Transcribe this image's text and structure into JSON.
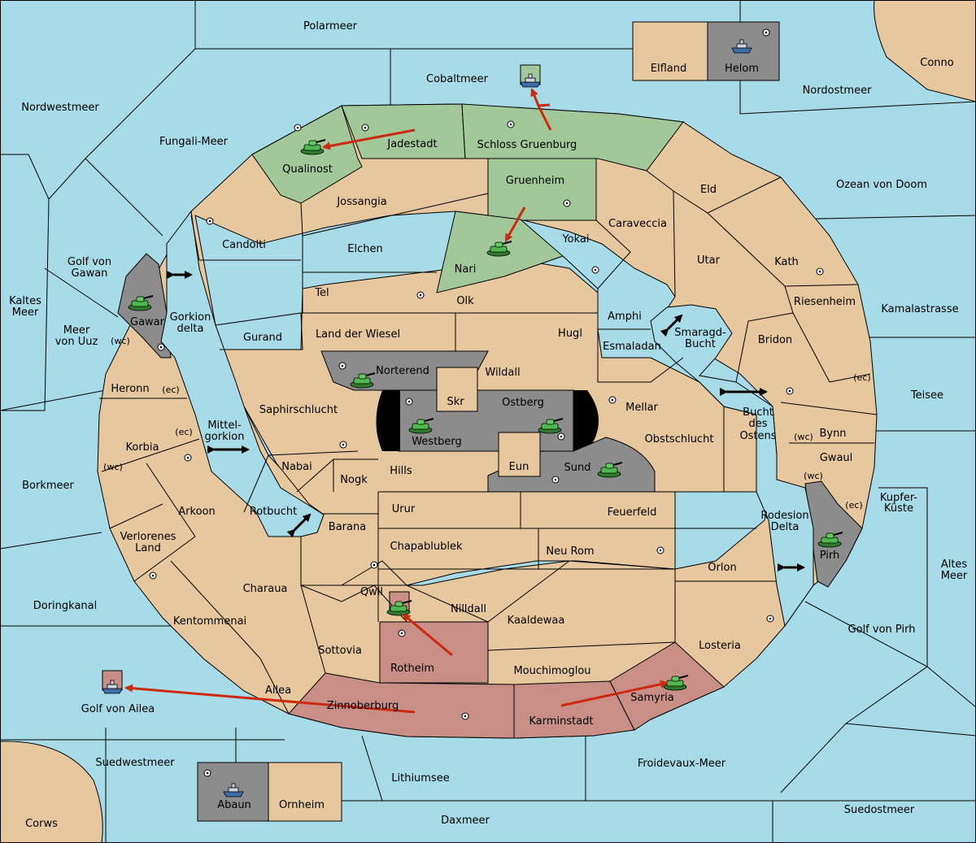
{
  "map": {
    "colors": {
      "sea": "#a8dbe8",
      "land": "#e6c79e",
      "green_power": "#a2c89a",
      "red_power": "#c98f86",
      "grey_power": "#8c8c8c",
      "black": "#000000",
      "order_arrow": "#cc2a10"
    },
    "sea_labels": {
      "polarmeer": "Polarmeer",
      "cobaltmeer": "Cobaltmeer",
      "nordwestmeer": "Nordwestmeer",
      "fungali": "Fungali-Meer",
      "nordostmeer": "Nordostmeer",
      "ozean": "Ozean von Doom",
      "kamalastrasse": "Kamalastrasse",
      "teisee": "Teisee",
      "kupfer1": "Kupfer-",
      "kupfer2": "Küste",
      "altes1": "Altes",
      "altes2": "Meer",
      "golf_pirh": "Golf von Pirh",
      "suedostmeer": "Suedostmeer",
      "froidevaux": "Froidevaux-Meer",
      "daxmeer": "Daxmeer",
      "lithiumsee": "Lithiumsee",
      "suedwestmeer": "Suedwestmeer",
      "doringkanal": "Doringkanal",
      "borkmeer": "Borkmeer",
      "kaltes1": "Kaltes",
      "kaltes2": "Meer",
      "meer_uuz1": "Meer",
      "meer_uuz2": "von Uuz",
      "golf_gawan1": "Golf von",
      "golf_gawan2": "Gawan",
      "golf_ailea": "Golf von Ailea",
      "gorkion1": "Gorkion",
      "gorkion2": "delta",
      "mittel1": "Mittel-",
      "mittel2": "gorkion",
      "rotbucht": "Rotbucht",
      "smaragd1": "Smaragd-",
      "smaragd2": "Bucht",
      "bucht1": "Bucht",
      "bucht2": "des",
      "bucht3": "Ostens",
      "rodesion1": "Rodesion",
      "rodesion2": "Delta"
    },
    "land_labels": {
      "elfland": "Elfland",
      "helom": "Helom",
      "conno": "Conno",
      "qualinost": "Qualinost",
      "jadestadt": "Jadestadt",
      "schloss": "Schloss Gruenburg",
      "gruenheim": "Gruenheim",
      "eld": "Eld",
      "jossangia": "Jossangia",
      "candolti": "Candolti",
      "elchen": "Elchen",
      "caraveccia": "Caraveccia",
      "yokai": "Yokai",
      "utar": "Utar",
      "kath": "Kath",
      "nari": "Nari",
      "tel": "Tel",
      "olk": "Olk",
      "amphi": "Amphi",
      "riesenheim": "Riesenheim",
      "gawar": "Gawar",
      "gurand": "Gurand",
      "land_wiesel": "Land der Wiesel",
      "hugl": "Hugl",
      "esmaladan": "Esmaladan",
      "bridon": "Bridon",
      "norterend": "Norterend",
      "wildall": "Wildall",
      "heronn": "Heronn",
      "skr": "Skr",
      "ostberg": "Ostberg",
      "mellar": "Mellar",
      "saphirschlucht": "Saphirschlucht",
      "westberg": "Westberg",
      "korbia": "Korbia",
      "obstschlucht": "Obstschlucht",
      "bynn": "Bynn",
      "nabai": "Nabai",
      "hills": "Hills",
      "eun": "Eun",
      "sund": "Sund",
      "gwaul": "Gwaul",
      "nogk": "Nogk",
      "arkoon": "Arkoon",
      "urur": "Urur",
      "feuerfeld": "Feuerfeld",
      "barana": "Barana",
      "verlorenes1": "Verlorenes",
      "verlorenes2": "Land",
      "chapablublek": "Chapablublek",
      "neu_rom": "Neu Rom",
      "pirh": "Pirh",
      "orlon": "Orlon",
      "charaua": "Charaua",
      "qwil": "Qwil",
      "nilldall": "Nilldall",
      "kentommenai": "Kentommenai",
      "kaaldewaa": "Kaaldewaa",
      "losteria": "Losteria",
      "sottovia": "Sottovia",
      "rotheim": "Rotheim",
      "mouchimoglou": "Mouchimoglou",
      "samyria": "Samyria",
      "ailea": "Ailea",
      "zinnoberburg": "Zinnoberburg",
      "karminstadt": "Karminstadt",
      "abaun": "Abaun",
      "ornheim": "Ornheim",
      "corws": "Corws"
    },
    "coast_tags": {
      "wc": "(wc)",
      "ec": "(ec)"
    },
    "units": {
      "army": "army-icon",
      "fleet": "fleet-icon"
    }
  }
}
